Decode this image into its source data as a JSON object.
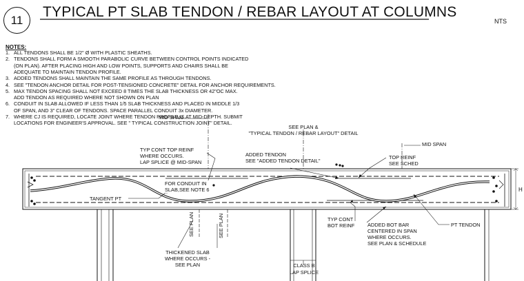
{
  "detail_number": "11",
  "title": "TYPICAL PT SLAB TENDON / REBAR LAYOUT AT COLUMNS",
  "scale": "NTS",
  "notes": {
    "heading": "NOTES:",
    "lines": [
      {
        "num": "1.",
        "text": "ALL TENDONS SHALL BE 1/2\" Ø WITH PLASTIC SHEATHS."
      },
      {
        "num": "2.",
        "text": "TENDONS SHALL FORM A SMOOTH PARABOLIC CURVE BETWEEN CONTROL POINTS INDICATED"
      },
      {
        "num": "",
        "text": "(ON PLAN). AFTER PLACING HIGH AND LOW POINTS, SUPPORTS AND CHAIRS  SHALL BE"
      },
      {
        "num": "",
        "text": "ADEQUATE TO MAINTAIN TENDON PROFILE."
      },
      {
        "num": "3.",
        "text": "ADDED TENDONS SHALL MAINTAIN THE SAME PROFILE AS THROUGH TENDONS."
      },
      {
        "num": "4.",
        "text": "SEE \"TENDON ANCHOR DETAIL FOR POST-TENSIONED CONCRETE\" DETAIL FOR ANCHOR REQUIREMENTS."
      },
      {
        "num": "5.",
        "text": "MAX TENDON SPACING SHALL NOT EXCEED 8 TIMES THE SLAB THICKNESS OR 42\"OC MAX."
      },
      {
        "num": "",
        "text": "ADD TENDON AS REQUIRED WHERE NOT SHOWN ON PLAN"
      },
      {
        "num": "6.",
        "text": "CONDUIT IN SLAB ALLOWED IF LESS THAN 1/5 SLAB THICKNESS AND PLACED IN MIDDLE 1/3"
      },
      {
        "num": "",
        "text": "OF SPAN, AND 3\" CLEAR OF TENDONS. SPACE PARALLEL CONDUIT 3x DIAMETER."
      },
      {
        "num": "7.",
        "text": "WHERE CJ IS REQUIRED, LOCATE JOINT WHERE TENDON PROFILE IS AT MID-DEPTH.  SUBMIT"
      },
      {
        "num": "",
        "text": "LOCATIONS FOR ENGINEER'S APPROVAL. SEE \" TYPICAL CONSTRUCTION JOINT\" DETAIL."
      }
    ]
  },
  "labels": {
    "mid_span_left": "MID SPAN",
    "see_plan_top": [
      "SEE PLAN &",
      "\"TYPICAL TENDON / REBAR LAYOUT\" DETAIL"
    ],
    "mid_span_right": "MID SPAN",
    "typ_cont_top_reinf": [
      "TYP CONT TOP REINF",
      "WHERE OCCURS.",
      "LAP SPLICE @ MID-SPAN"
    ],
    "added_tendon": [
      "ADDED TENDON",
      "SEE \"ADDED TENDON DETAIL\""
    ],
    "top_reinf": [
      "TOP REINF",
      "SEE SCHED"
    ],
    "conduit": [
      "FOR CONDUIT IN",
      "SLAB,SEE NOTE 6"
    ],
    "tangent_pt": "TANGENT PT",
    "height": "H",
    "typ_cont_bot_reinf": [
      "TYP CONT",
      "BOT REINF"
    ],
    "added_bot_bar": [
      "ADDED BOT BAR",
      "CENTERED IN SPAN",
      "WHERE OCCURS.",
      "SEE PLAN & SCHEDULE"
    ],
    "pt_tendon": "PT TENDON",
    "see_plan_1": "SEE PLAN",
    "see_plan_2": "SEE PLAN",
    "thickened_slab": [
      "THICKENED SLAB",
      "WHERE OCCURS -",
      "SEE PLAN"
    ],
    "class_b": "CLASS B",
    "lap_splice": "LAP SPLICE"
  }
}
